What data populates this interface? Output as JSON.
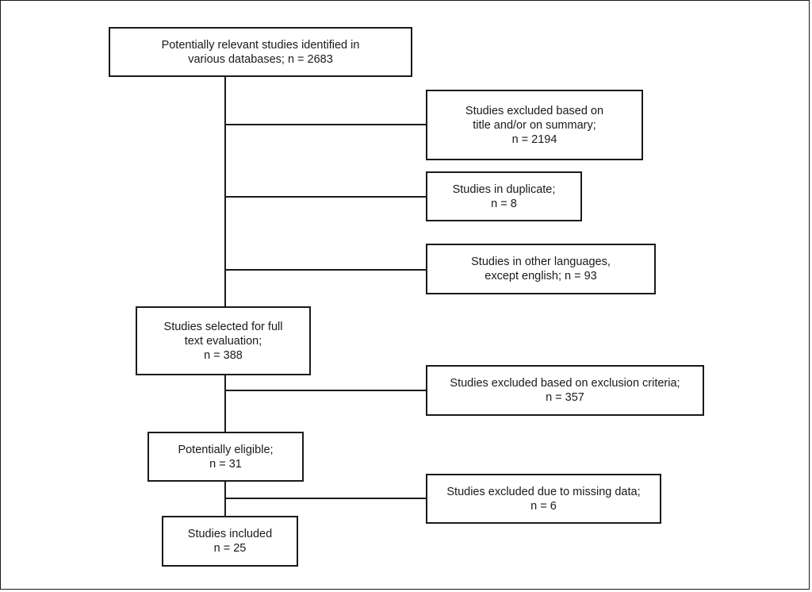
{
  "flow": {
    "identified": [
      "Potentially relevant studies identified in",
      "various databases; n = 2683"
    ],
    "excluded_title": [
      "Studies excluded based on",
      "title and/or on summary;",
      "n = 2194"
    ],
    "duplicate": [
      "Studies in duplicate;",
      "n = 8"
    ],
    "languages": [
      "Studies in other languages,",
      "except english; n = 93"
    ],
    "full_text": [
      "Studies selected for full",
      "text evaluation;",
      "n = 388"
    ],
    "excluded_criteria": [
      "Studies excluded based on exclusion criteria;",
      "n = 357"
    ],
    "eligible": [
      "Potentially eligible;",
      "n = 31"
    ],
    "missing_data": [
      "Studies excluded due to missing data;",
      "n = 6"
    ],
    "included": [
      "Studies included",
      "n = 25"
    ]
  },
  "colors": {
    "line": "#1a1a1a",
    "background": "#ffffff"
  }
}
